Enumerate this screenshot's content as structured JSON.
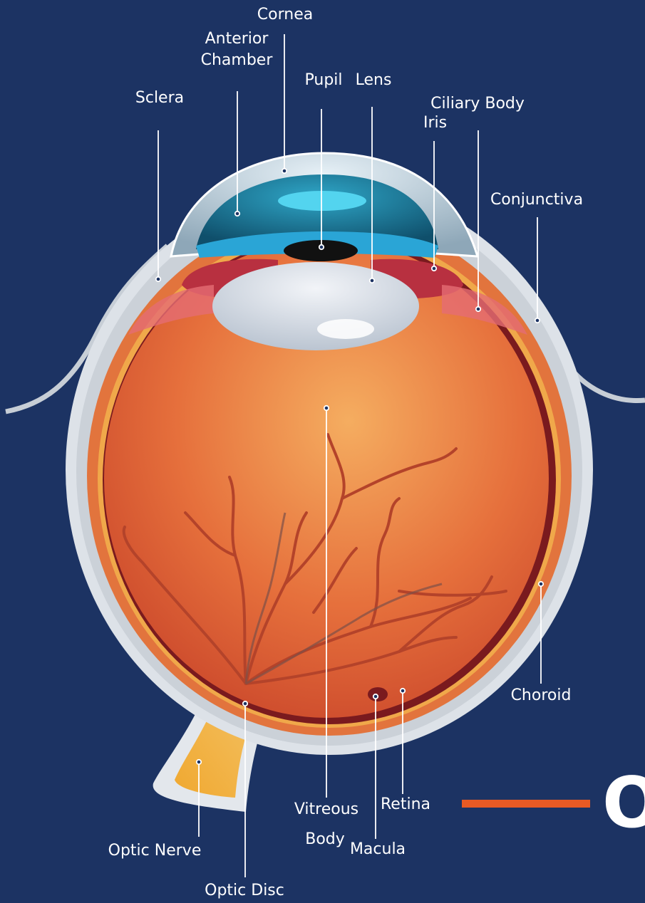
{
  "labels": {
    "cornea": "Cornea",
    "anterior_chamber": "Anterior\nChamber",
    "pupil": "Pupil",
    "lens": "Lens",
    "sclera": "Sclera",
    "ciliary_body": "Ciliary Body",
    "iris": "Iris",
    "conjunctiva": "Conjunctiva",
    "choroid": "Choroid",
    "vitreous_body_1": "Vitreous",
    "vitreous_body_2": "Body",
    "retina": "Retina",
    "macula": "Macula",
    "optic_nerve": "Optic Nerve",
    "optic_disc": "Optic Disc",
    "partial_title": "O"
  },
  "colors": {
    "background": "#1c3363",
    "accent": "#e85a24",
    "leader": "#ffffff"
  }
}
